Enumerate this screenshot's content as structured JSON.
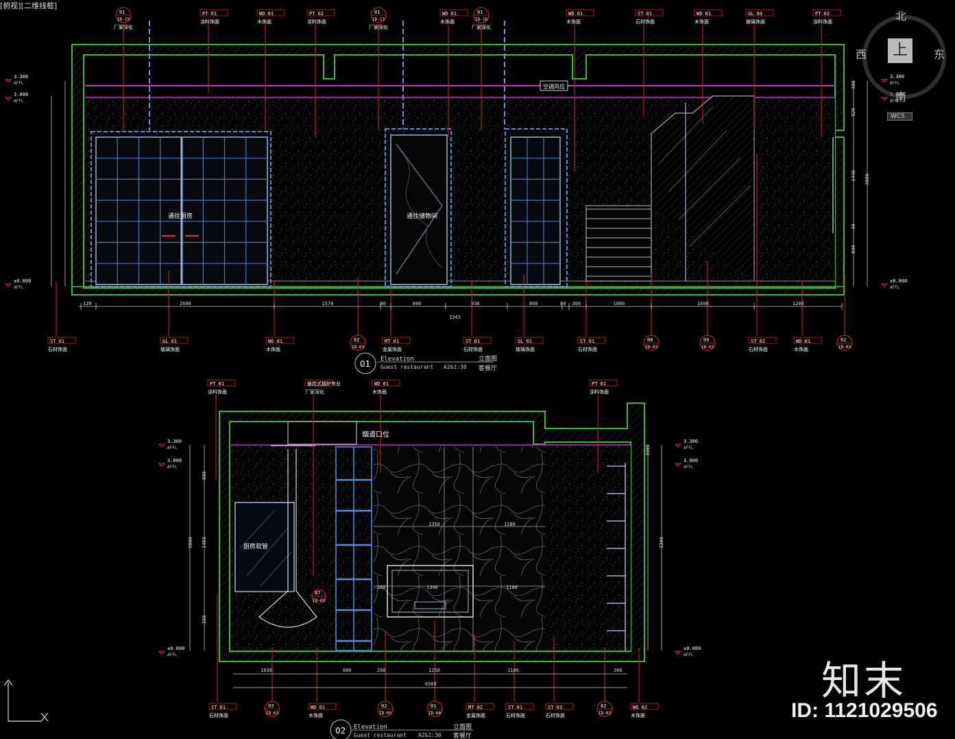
{
  "viewport_label": "[俯视][二维线框]",
  "compass": {
    "north": "北",
    "south": "南",
    "east": "东",
    "west": "西",
    "top": "上",
    "wcs": "WCS"
  },
  "brand": {
    "name": "知末",
    "id": "ID: 1121029506"
  },
  "elevation1": {
    "number": "01",
    "title_en": "Elevation",
    "subtitle_en": "Guest restaurant",
    "scale": "A2&1:30",
    "title_cn": "立面图",
    "subtitle_cn": "客餐厅",
    "room_labels": [
      "通往厨房",
      "通往储物间"
    ],
    "small_labels": [
      "空调风位"
    ],
    "levels": [
      "3.300",
      "3.000",
      "±0.000"
    ],
    "affl": "AFFL",
    "top_tags": [
      {
        "code": "01",
        "sub": "ID-15",
        "desc": "厂家深化"
      },
      {
        "code": "PT 01",
        "desc": "涂料饰面"
      },
      {
        "code": "WD 01",
        "desc": "木饰面"
      },
      {
        "code": "PT 02",
        "desc": "涂料饰面"
      },
      {
        "code": "01",
        "sub": "ID-13",
        "desc": "厂家深化"
      },
      {
        "code": "WD 01",
        "desc": "木饰面"
      },
      {
        "code": "01",
        "sub": "ID-16",
        "desc": "厂家深化"
      },
      {
        "code": "WD 01",
        "desc": "木饰面"
      },
      {
        "code": "ST 01",
        "desc": "石材饰面"
      },
      {
        "code": "WD 01",
        "desc": "木饰面"
      },
      {
        "code": "GL 04",
        "desc": "玻璃饰面"
      },
      {
        "code": "PT 02",
        "desc": "涂料饰面"
      }
    ],
    "bottom_tags": [
      {
        "code": "ST 01",
        "desc": "石材饰面"
      },
      {
        "code": "GL 01",
        "desc": "玻璃饰面"
      },
      {
        "code": "WD 01",
        "desc": "木饰面"
      },
      {
        "code": "02",
        "sub": "ID-03"
      },
      {
        "code": "MT 01",
        "desc": "金属饰面"
      },
      {
        "code": "ST 01",
        "desc": "石材饰面"
      },
      {
        "code": "GL 01",
        "desc": "玻璃饰面"
      },
      {
        "code": "ST 01",
        "desc": "石材饰面"
      },
      {
        "code": "08",
        "sub": "ID-03"
      },
      {
        "code": "09",
        "sub": "ID-03"
      },
      {
        "code": "ST 02",
        "desc": "石材饰面"
      },
      {
        "code": "WD 01",
        "desc": "木饰面"
      },
      {
        "code": "02",
        "sub": "ID-03"
      }
    ],
    "bottom_dims": [
      "120",
      "2600",
      "1570",
      "80",
      "800",
      "930",
      "800",
      "80",
      "300",
      "1080",
      "1690",
      "1200"
    ],
    "overall_dim": "1345",
    "right_dims": [
      "300",
      "920",
      "1440",
      "40",
      "890",
      "3000"
    ]
  },
  "elevation2": {
    "number": "02",
    "title_en": "Elevation",
    "subtitle_en": "Guest restaurant",
    "scale": "A2&1:30",
    "title_cn": "立面图",
    "subtitle_cn": "客餐厅",
    "room_labels": [
      "厨房软管",
      "烟道口位"
    ],
    "levels": [
      "3.300",
      "3.000",
      "±0.000"
    ],
    "affl": "AFFL",
    "top_tags": [
      {
        "code": "PT 01",
        "desc": "涂料饰面"
      },
      {
        "code": "悬挂式烟炉专业",
        "desc": "厂家深化"
      },
      {
        "code": "WD 01",
        "desc": "木饰面"
      },
      {
        "code": "PT 01",
        "desc": "涂料饰面"
      }
    ],
    "bottom_tags": [
      {
        "code": "ST 01",
        "desc": "石材饰面"
      },
      {
        "code": "03",
        "sub": "ID-03"
      },
      {
        "code": "WD 01",
        "desc": "木饰面"
      },
      {
        "code": "02",
        "sub": "ID-05"
      },
      {
        "code": "01",
        "sub": "ID-04"
      },
      {
        "code": "MT 02",
        "desc": "金属饰面"
      },
      {
        "code": "ST 01",
        "desc": "石材饰面"
      },
      {
        "code": "ST 03",
        "desc": "石材饰面"
      },
      {
        "code": "02",
        "sub": "ID-03"
      },
      {
        "code": "WD 02",
        "desc": "木饰面"
      }
    ],
    "callout": {
      "code": "07",
      "sub": "ID-03"
    },
    "bottom_dims": [
      "1830",
      "800",
      "260",
      "1250",
      "1180",
      "300"
    ],
    "overall_dim": "6560",
    "inner_dims": [
      "1350",
      "1180",
      "1340",
      "1180",
      "260"
    ],
    "left_dims": [
      "800",
      "1450",
      "350",
      "3000"
    ],
    "right_dims": [
      "3300",
      "3000"
    ]
  }
}
